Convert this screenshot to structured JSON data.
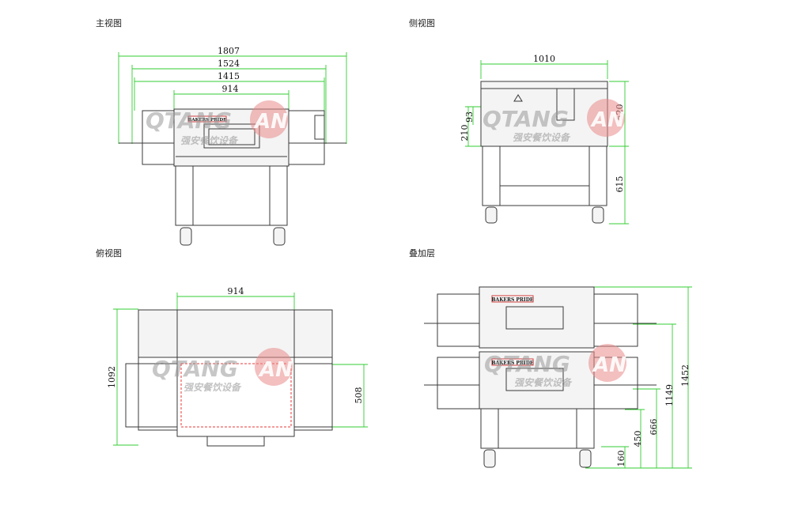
{
  "views": {
    "front": "主视图",
    "side": "侧视图",
    "top": "俯视图",
    "stack": "叠加层"
  },
  "front_dims": {
    "d1": "1807",
    "d2": "1524",
    "d3": "1415",
    "d4": "914"
  },
  "side_dims": {
    "width": "1010",
    "top_h": "93",
    "body_h": "210",
    "right_h": "520",
    "leg_h": "615"
  },
  "top_dims": {
    "width": "914",
    "depth": "1092",
    "conveyor": "508"
  },
  "stack_dims": {
    "d1452": "1452",
    "d1149": "1149",
    "d666": "666",
    "d450": "450",
    "d160": "160"
  },
  "brand_label": "BAKERS PRIDE",
  "watermark": {
    "latin_a": "QTANG",
    "latin_b": "AN",
    "cn": "强安餐饮设备"
  },
  "colors": {
    "dimension": "#33cc33",
    "brand": "#d03a3a",
    "watermark": "#e98a8a"
  }
}
